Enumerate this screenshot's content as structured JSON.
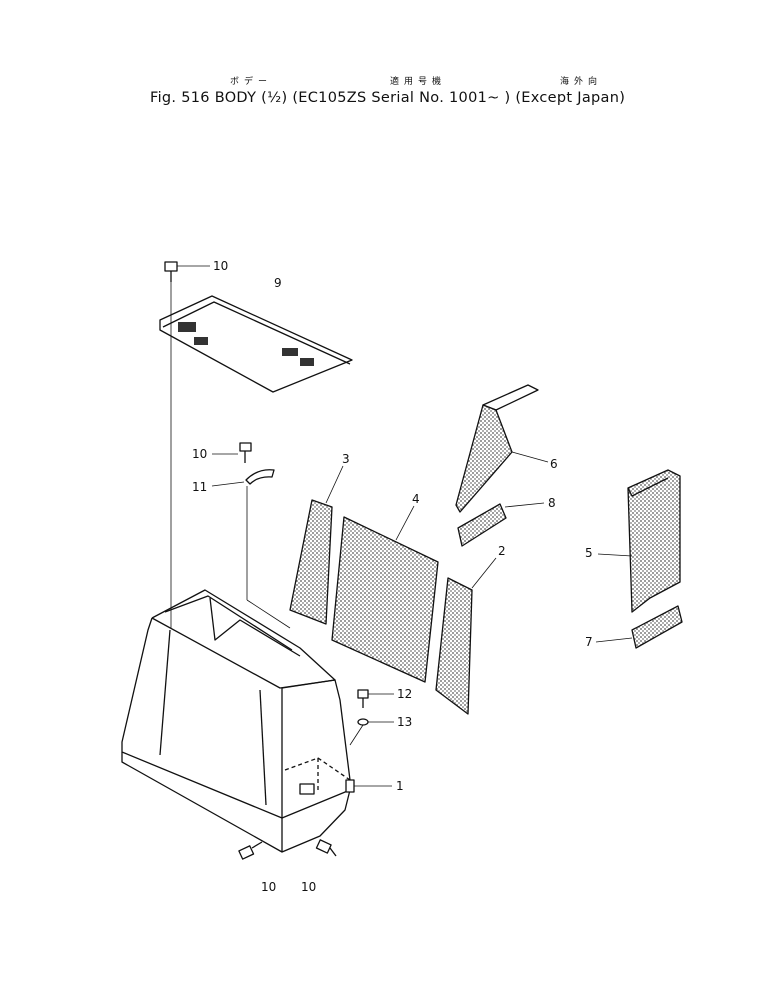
{
  "header": {
    "fig_title": "Fig. 516  BODY (½) (EC105ZS Serial No. 1001~ ) (Except Japan)",
    "jp_body": "ボデー",
    "jp_applicable": "適用号機",
    "jp_export": "海外向"
  },
  "callouts": {
    "c1": "1",
    "c2": "2",
    "c3": "3",
    "c4": "4",
    "c5": "5",
    "c6": "6",
    "c7": "7",
    "c8": "8",
    "c9": "9",
    "c10a": "10",
    "c10b": "10",
    "c10c": "10",
    "c10d": "10",
    "c11": "11",
    "c12": "12",
    "c13": "13"
  },
  "colors": {
    "ink": "#111111",
    "screen": "#9a9a9a"
  }
}
